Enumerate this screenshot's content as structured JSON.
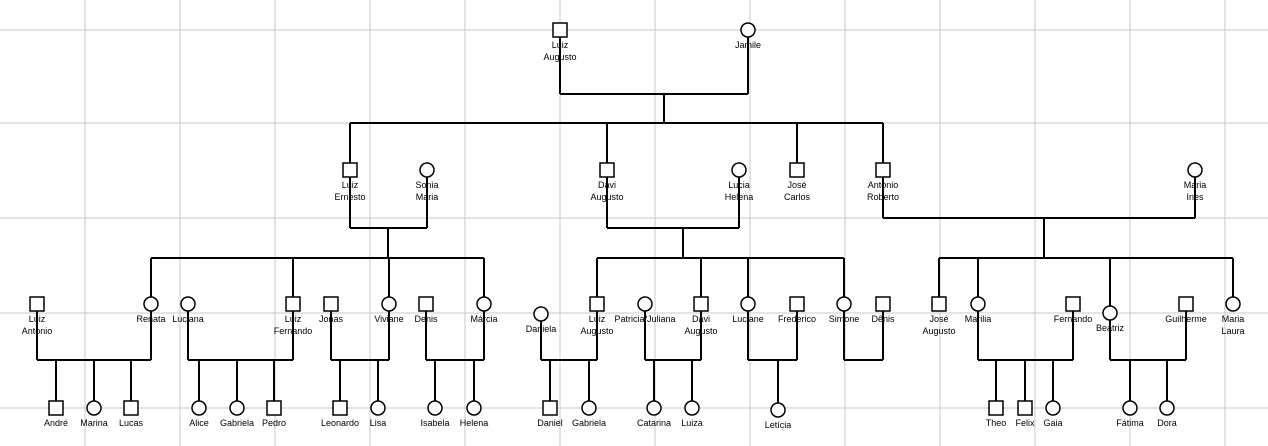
{
  "people": [
    {
      "id": "luiz_augusto",
      "sex": "M",
      "name": [
        "Luiz",
        "Augusto"
      ]
    },
    {
      "id": "jamile",
      "sex": "F",
      "name": [
        "Jamile"
      ]
    },
    {
      "id": "luiz_ernesto",
      "sex": "M",
      "name": [
        "Luiz",
        "Ernesto"
      ]
    },
    {
      "id": "sonia_maria",
      "sex": "F",
      "name": [
        "Sonia",
        "Maria"
      ]
    },
    {
      "id": "davi_augusto",
      "sex": "M",
      "name": [
        "Davi",
        "Augusto"
      ]
    },
    {
      "id": "lucia_helena",
      "sex": "F",
      "name": [
        "Lucia",
        "Helena"
      ]
    },
    {
      "id": "jose_carlos",
      "sex": "M",
      "name": [
        "José",
        "Carlos"
      ]
    },
    {
      "id": "antonio_roberto",
      "sex": "M",
      "name": [
        "Antonio",
        "Roberto"
      ]
    },
    {
      "id": "maria_ines",
      "sex": "F",
      "name": [
        "Maria",
        "Ines"
      ]
    },
    {
      "id": "luiz_antonio",
      "sex": "M",
      "name": [
        "Luiz",
        "Antonio"
      ]
    },
    {
      "id": "renata",
      "sex": "F",
      "name": [
        "Renata"
      ]
    },
    {
      "id": "luciana",
      "sex": "F",
      "name": [
        "Luciana"
      ]
    },
    {
      "id": "luiz_fernando",
      "sex": "M",
      "name": [
        "Luiz",
        "Fernando"
      ]
    },
    {
      "id": "jonas",
      "sex": "M",
      "name": [
        "Jonas"
      ]
    },
    {
      "id": "viviane",
      "sex": "F",
      "name": [
        "Viviane"
      ]
    },
    {
      "id": "denis",
      "sex": "M",
      "name": [
        "Denis"
      ]
    },
    {
      "id": "marcia",
      "sex": "F",
      "name": [
        "Márcia"
      ]
    },
    {
      "id": "daniela",
      "sex": "F",
      "name": [
        "Daniela"
      ]
    },
    {
      "id": "luiz_augusto_2",
      "sex": "M",
      "name": [
        "Luiz",
        "Augusto"
      ]
    },
    {
      "id": "patricia_juliana",
      "sex": "F",
      "name": [
        "Patricia/Juliana"
      ]
    },
    {
      "id": "davi_augusto_2",
      "sex": "M",
      "name": [
        "Davi",
        "Augusto"
      ]
    },
    {
      "id": "luciane",
      "sex": "F",
      "name": [
        "Luciane"
      ]
    },
    {
      "id": "frederico",
      "sex": "M",
      "name": [
        "Frederico"
      ]
    },
    {
      "id": "simone",
      "sex": "F",
      "name": [
        "Simone"
      ]
    },
    {
      "id": "denis_2",
      "sex": "M",
      "name": [
        "Dênis"
      ]
    },
    {
      "id": "jose_augusto",
      "sex": "M",
      "name": [
        "José",
        "Augusto"
      ]
    },
    {
      "id": "marilia",
      "sex": "F",
      "name": [
        "Marilia"
      ]
    },
    {
      "id": "fernando",
      "sex": "M",
      "name": [
        "Fernando"
      ]
    },
    {
      "id": "beatriz",
      "sex": "F",
      "name": [
        "Beatriz"
      ]
    },
    {
      "id": "guilherme",
      "sex": "M",
      "name": [
        "Guilherme"
      ]
    },
    {
      "id": "maria_laura",
      "sex": "F",
      "name": [
        "Maria",
        "Laura"
      ]
    },
    {
      "id": "andre",
      "sex": "M",
      "name": [
        "André"
      ]
    },
    {
      "id": "marina",
      "sex": "F",
      "name": [
        "Marina"
      ]
    },
    {
      "id": "lucas",
      "sex": "M",
      "name": [
        "Lucas"
      ]
    },
    {
      "id": "alice",
      "sex": "F",
      "name": [
        "Alice"
      ]
    },
    {
      "id": "gabriela",
      "sex": "F",
      "name": [
        "Gabriela"
      ]
    },
    {
      "id": "pedro",
      "sex": "M",
      "name": [
        "Pedro"
      ]
    },
    {
      "id": "leonardo",
      "sex": "M",
      "name": [
        "Leonardo"
      ]
    },
    {
      "id": "lisa",
      "sex": "F",
      "name": [
        "Lisa"
      ]
    },
    {
      "id": "isabela",
      "sex": "F",
      "name": [
        "Isabela"
      ]
    },
    {
      "id": "helena",
      "sex": "F",
      "name": [
        "Helena"
      ]
    },
    {
      "id": "daniel",
      "sex": "M",
      "name": [
        "Daniel"
      ]
    },
    {
      "id": "gabriela_2",
      "sex": "F",
      "name": [
        "Gabriela"
      ]
    },
    {
      "id": "catarina",
      "sex": "F",
      "name": [
        "Catarina"
      ]
    },
    {
      "id": "luiza",
      "sex": "F",
      "name": [
        "Luiza"
      ]
    },
    {
      "id": "leticia",
      "sex": "F",
      "name": [
        "Letícia"
      ]
    },
    {
      "id": "theo",
      "sex": "M",
      "name": [
        "Theo"
      ]
    },
    {
      "id": "felix",
      "sex": "M",
      "name": [
        "Felix"
      ]
    },
    {
      "id": "gaia",
      "sex": "F",
      "name": [
        "Gaia"
      ]
    },
    {
      "id": "fatima",
      "sex": "F",
      "name": [
        "Fátima"
      ]
    },
    {
      "id": "dora",
      "sex": "F",
      "name": [
        "Dora"
      ]
    }
  ],
  "unions": [
    {
      "id": "u_root",
      "partners": [
        "luiz_augusto",
        "jamile"
      ],
      "children": [
        "luiz_ernesto",
        "davi_augusto",
        "jose_carlos",
        "antonio_roberto"
      ]
    },
    {
      "id": "u_ernesto",
      "partners": [
        "luiz_ernesto",
        "sonia_maria"
      ],
      "children": [
        "renata",
        "luiz_fernando",
        "viviane",
        "marcia"
      ]
    },
    {
      "id": "u_davi",
      "partners": [
        "davi_augusto",
        "lucia_helena"
      ],
      "children": [
        "luiz_augusto_2",
        "davi_augusto_2",
        "luciane",
        "simone"
      ]
    },
    {
      "id": "u_antonio",
      "partners": [
        "antonio_roberto",
        "maria_ines"
      ],
      "children": [
        "jose_augusto",
        "marilia",
        "beatriz",
        "maria_laura"
      ]
    },
    {
      "id": "u_renata",
      "partners": [
        "luiz_antonio",
        "renata"
      ],
      "children": [
        "andre",
        "marina",
        "lucas"
      ]
    },
    {
      "id": "u_luciana",
      "partners": [
        "luciana",
        "luiz_fernando"
      ],
      "children": [
        "alice",
        "gabriela",
        "pedro"
      ]
    },
    {
      "id": "u_viviane",
      "partners": [
        "jonas",
        "viviane"
      ],
      "children": [
        "leonardo",
        "lisa"
      ]
    },
    {
      "id": "u_marcia",
      "partners": [
        "denis",
        "marcia"
      ],
      "children": [
        "isabela",
        "helena"
      ]
    },
    {
      "id": "u_daniela",
      "partners": [
        "daniela",
        "luiz_augusto_2"
      ],
      "children": [
        "daniel",
        "gabriela_2"
      ]
    },
    {
      "id": "u_patricia",
      "partners": [
        "patricia_juliana",
        "davi_augusto_2"
      ],
      "children": [
        "catarina",
        "luiza"
      ]
    },
    {
      "id": "u_luciane",
      "partners": [
        "luciane",
        "frederico"
      ],
      "children": [
        "leticia"
      ]
    },
    {
      "id": "u_simone",
      "partners": [
        "simone",
        "denis_2"
      ],
      "children": []
    },
    {
      "id": "u_marilia",
      "partners": [
        "marilia",
        "fernando"
      ],
      "children": [
        "theo",
        "felix",
        "gaia"
      ]
    },
    {
      "id": "u_beatriz",
      "partners": [
        "beatriz",
        "guilherme"
      ],
      "children": [
        "fatima",
        "dora"
      ]
    }
  ],
  "colors": {
    "background": "#ffffff",
    "grid": "#c8c8c8",
    "line": "#000000"
  }
}
